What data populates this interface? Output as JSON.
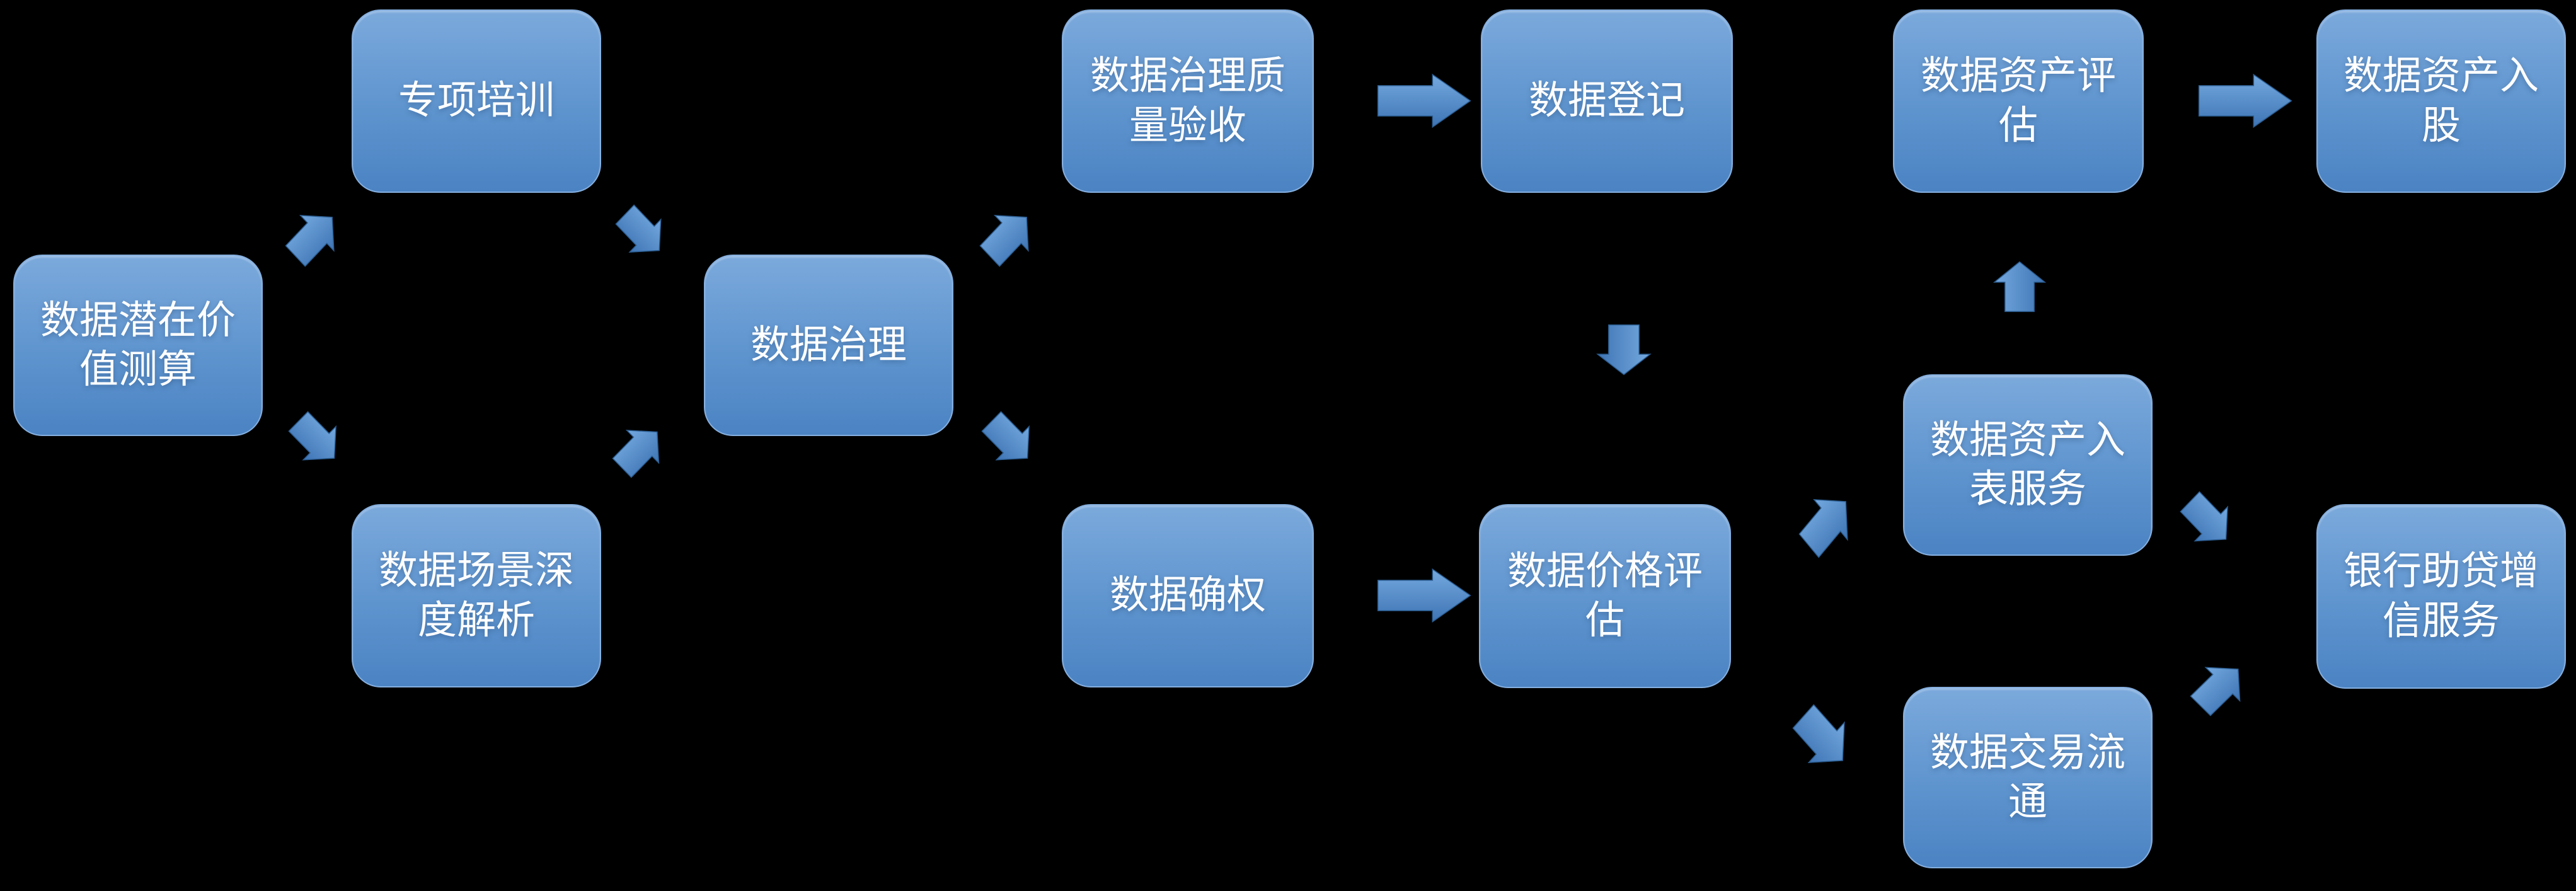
{
  "diagram": {
    "background_color": "#000000",
    "node_fill_top": "#7BA9DC",
    "node_fill_bottom": "#4B83C3",
    "node_border_color": "#85AFDF",
    "arrow_fill_light": "#74A9DF",
    "arrow_fill_dark": "#3E74B4",
    "text_color": "#FFFFFF",
    "nodes": [
      {
        "id": "n1",
        "label": "数据潜在价值测算"
      },
      {
        "id": "n2",
        "label": "专项培训"
      },
      {
        "id": "n3",
        "label": "数据场景深度解析"
      },
      {
        "id": "n4",
        "label": "数据治理"
      },
      {
        "id": "n5",
        "label": "数据治理质量验收"
      },
      {
        "id": "n6",
        "label": "数据登记"
      },
      {
        "id": "n7",
        "label": "数据确权"
      },
      {
        "id": "n8",
        "label": "数据价格评估"
      },
      {
        "id": "n9",
        "label": "数据资产入表服务"
      },
      {
        "id": "n10",
        "label": "数据交易流通"
      },
      {
        "id": "n11",
        "label": "数据资产评估"
      },
      {
        "id": "n12",
        "label": "数据资产入股"
      },
      {
        "id": "n13",
        "label": "银行助贷增信服务"
      }
    ],
    "connections": [
      {
        "from_id": "n1",
        "to_id": "n2",
        "from": "数据潜在价值测算",
        "to": "专项培训",
        "direction": "up-right"
      },
      {
        "from_id": "n1",
        "to_id": "n3",
        "from": "数据潜在价值测算",
        "to": "数据场景深度解析",
        "direction": "down-right"
      },
      {
        "from_id": "n2",
        "to_id": "n4",
        "from": "专项培训",
        "to": "数据治理",
        "direction": "down-right"
      },
      {
        "from_id": "n3",
        "to_id": "n4",
        "from": "数据场景深度解析",
        "to": "数据治理",
        "direction": "up-right"
      },
      {
        "from_id": "n4",
        "to_id": "n5",
        "from": "数据治理",
        "to": "数据治理质量验收",
        "direction": "up-right"
      },
      {
        "from_id": "n4",
        "to_id": "n7",
        "from": "数据治理",
        "to": "数据确权",
        "direction": "down-right"
      },
      {
        "from_id": "n5",
        "to_id": "n6",
        "from": "数据治理质量验收",
        "to": "数据登记",
        "direction": "right"
      },
      {
        "from_id": "n6",
        "to_id": "n8",
        "from": "数据登记",
        "to": "数据价格评估",
        "direction": "down"
      },
      {
        "from_id": "n7",
        "to_id": "n8",
        "from": "数据确权",
        "to": "数据价格评估",
        "direction": "right"
      },
      {
        "from_id": "n8",
        "to_id": "n9",
        "from": "数据价格评估",
        "to": "数据资产入表服务",
        "direction": "up-right"
      },
      {
        "from_id": "n8",
        "to_id": "n10",
        "from": "数据价格评估",
        "to": "数据交易流通",
        "direction": "down-right"
      },
      {
        "from_id": "n9",
        "to_id": "n11",
        "from": "数据资产入表服务",
        "to": "数据资产评估",
        "direction": "up"
      },
      {
        "from_id": "n11",
        "to_id": "n12",
        "from": "数据资产评估",
        "to": "数据资产入股",
        "direction": "right"
      },
      {
        "from_id": "n9",
        "to_id": "n13",
        "from": "数据资产入表服务",
        "to": "银行助贷增信服务",
        "direction": "down-right"
      },
      {
        "from_id": "n10",
        "to_id": "n13",
        "from": "数据交易流通",
        "to": "银行助贷增信服务",
        "direction": "up-right"
      }
    ]
  }
}
